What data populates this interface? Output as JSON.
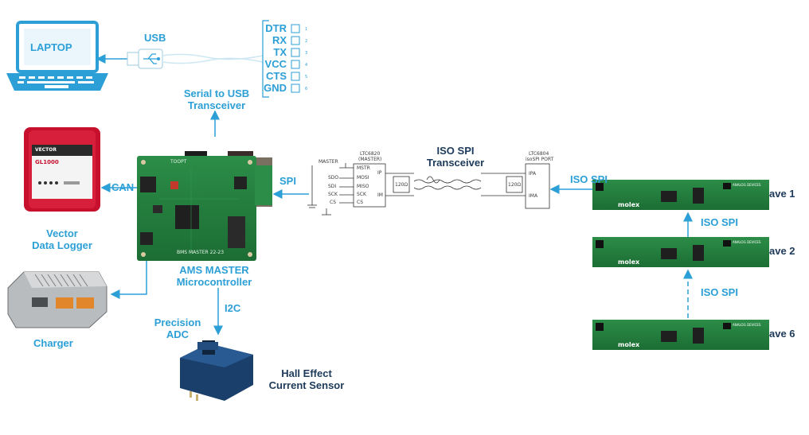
{
  "laptop": {
    "label": "LAPTOP"
  },
  "usb": {
    "label": "USB"
  },
  "serial_pins": [
    {
      "name": "DTR",
      "num": "1"
    },
    {
      "name": "RX",
      "num": "2"
    },
    {
      "name": "TX",
      "num": "3"
    },
    {
      "name": "VCC",
      "num": "4"
    },
    {
      "name": "CTS",
      "num": "5"
    },
    {
      "name": "GND",
      "num": "6"
    }
  ],
  "serial_to_usb": {
    "line1": "Serial to USB",
    "line2": "Transceiver"
  },
  "vector": {
    "brand": "VECTOR",
    "model": "GL1000",
    "line1": "Vector",
    "line2": "Data Logger"
  },
  "can": {
    "label": "CAN"
  },
  "charger": {
    "label": "Charger"
  },
  "ams": {
    "line1": "AMS MASTER",
    "line2": "Microcontroller",
    "pcb_top": "TOOPT",
    "pcb_bottom": "BMS MASTER 22-23"
  },
  "spi": {
    "label": "SPI"
  },
  "iso_spi_transceiver": {
    "line1": "ISO SPI",
    "line2": "Transceiver"
  },
  "schematic": {
    "master_title": "MASTER",
    "master_pins": [
      "SDO",
      "SDI",
      "SCK",
      "CS"
    ],
    "ltc6820_title1": "LTC6820",
    "ltc6820_title2": "(MASTER)",
    "ltc6820_pins": [
      "MSTR",
      "MOSI",
      "MISO",
      "SCK",
      "CS"
    ],
    "ltc6820_ip": "IP",
    "ltc6820_im": "IM",
    "resistor_left": "120Ω",
    "resistor_right": "120Ω",
    "ltc6804_title1": "LTC6804",
    "ltc6804_title2": "isoSPI PORT",
    "ltc6804_ipa": "IPA",
    "ltc6804_ima": "IMA"
  },
  "iso_spi_in": {
    "label": "ISO SPI"
  },
  "slaves": [
    {
      "label": "ave 1"
    },
    {
      "label": "ave 2"
    },
    {
      "label": "ave 6"
    }
  ],
  "slave_board": {
    "brand": "molex",
    "adi": "ANALOG DEVICES"
  },
  "iso_spi_1_2": {
    "label": "ISO SPI"
  },
  "iso_spi_2_6": {
    "label": "ISO SPI"
  },
  "i2c": {
    "label": "I2C"
  },
  "adc": {
    "line1": "Precision",
    "line2": "ADC"
  },
  "hall": {
    "line1": "Hall Effect",
    "line2": "Current Sensor"
  },
  "colors": {
    "accent": "#2b9fd6",
    "pcb": "#1f7a3a",
    "dark_text": "#1d3a5a"
  }
}
